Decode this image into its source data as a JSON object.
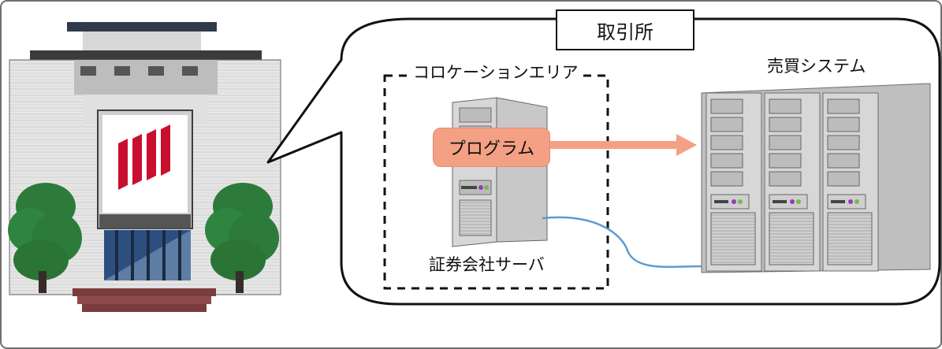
{
  "diagram": {
    "exchange_label": "取引所",
    "colocation_area_label": "コロケーションエリア",
    "program_label": "プログラム",
    "trading_system_label": "売買システム",
    "broker_server_label": "証券会社サーバ"
  },
  "colors": {
    "frame_border": "#111111",
    "program_fill": "#f4a084",
    "arrow": "#f4a084",
    "network_line": "#5b9bd5",
    "server_gray": "#d8d8d8",
    "logo_red": "#c8102e"
  }
}
